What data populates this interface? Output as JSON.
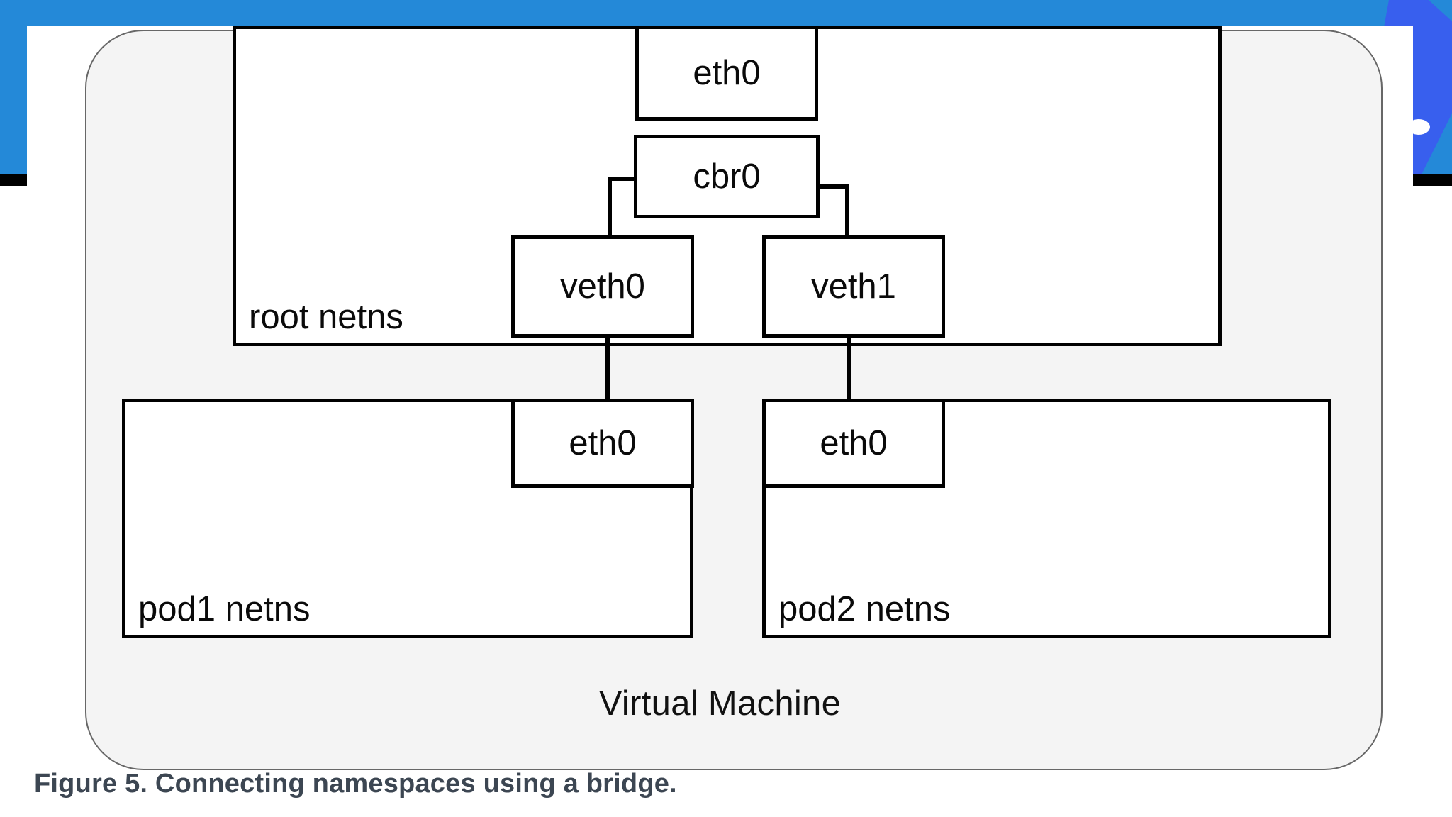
{
  "slide": {
    "accent_color": "#2489d8",
    "accent_dark_color": "#3b5bf0",
    "frame_bar_color": "#000000"
  },
  "figure": {
    "caption": "Figure 5. Connecting namespaces using a bridge.",
    "container_label": "Virtual Machine",
    "container_fill": "#f4f4f4",
    "container_stroke": "#676767",
    "box_stroke": "#000000",
    "box_fill": "#ffffff",
    "namespaces": [
      {
        "id": "root",
        "label": "root netns"
      },
      {
        "id": "pod1",
        "label": "pod1 netns"
      },
      {
        "id": "pod2",
        "label": "pod2 netns"
      }
    ],
    "interfaces": [
      {
        "id": "root-eth0",
        "label": "eth0",
        "parent": "root"
      },
      {
        "id": "cbr0",
        "label": "cbr0",
        "parent": "root"
      },
      {
        "id": "veth0",
        "label": "veth0",
        "parent": "root"
      },
      {
        "id": "veth1",
        "label": "veth1",
        "parent": "root"
      },
      {
        "id": "pod1-eth0",
        "label": "eth0",
        "parent": "pod1"
      },
      {
        "id": "pod2-eth0",
        "label": "eth0",
        "parent": "pod2"
      }
    ],
    "links": [
      {
        "from": "cbr0",
        "to": "veth0"
      },
      {
        "from": "cbr0",
        "to": "veth1"
      },
      {
        "from": "veth0",
        "to": "pod1-eth0"
      },
      {
        "from": "veth1",
        "to": "pod2-eth0"
      }
    ]
  }
}
